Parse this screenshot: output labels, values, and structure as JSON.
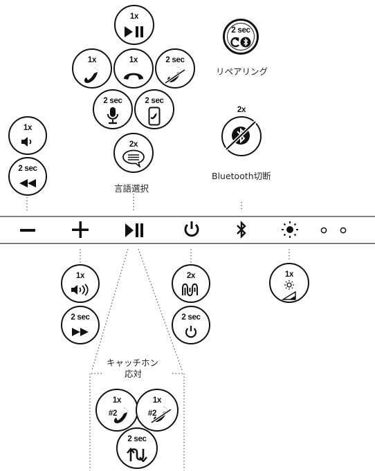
{
  "labels": {
    "repairing": "リペアリング",
    "bt_disconnect": "Bluetooth切断",
    "language": "言語選択",
    "call_waiting_line1": "キャッチホン",
    "call_waiting_line2": "応対"
  },
  "counts": {
    "play_pause": "1x",
    "answer_call": "1x",
    "end_call": "1x",
    "reject_call": "2 sec",
    "voice_assistant": "2 sec",
    "phone_transfer": "2 sec",
    "language": "2x",
    "pairing": "2 sec",
    "bt_disconnect": "2x",
    "volume_down": "1x",
    "rewind": "2 sec",
    "volume_up": "1x",
    "fast_forward": "2 sec",
    "sound_mode": "2x",
    "power_off": "2 sec",
    "brightness": "1x",
    "answer_second": "1x",
    "reject_second": "1x",
    "swap_calls": "2 sec"
  },
  "second_call_marker": "#2",
  "button_bar": [
    "minus-button",
    "plus-button",
    "play-pause-button",
    "power-button",
    "bluetooth-button",
    "light-button",
    "indicator-dots"
  ],
  "colors": {
    "ink": "#111111",
    "divider": "#333333",
    "dotted": "#555555"
  }
}
